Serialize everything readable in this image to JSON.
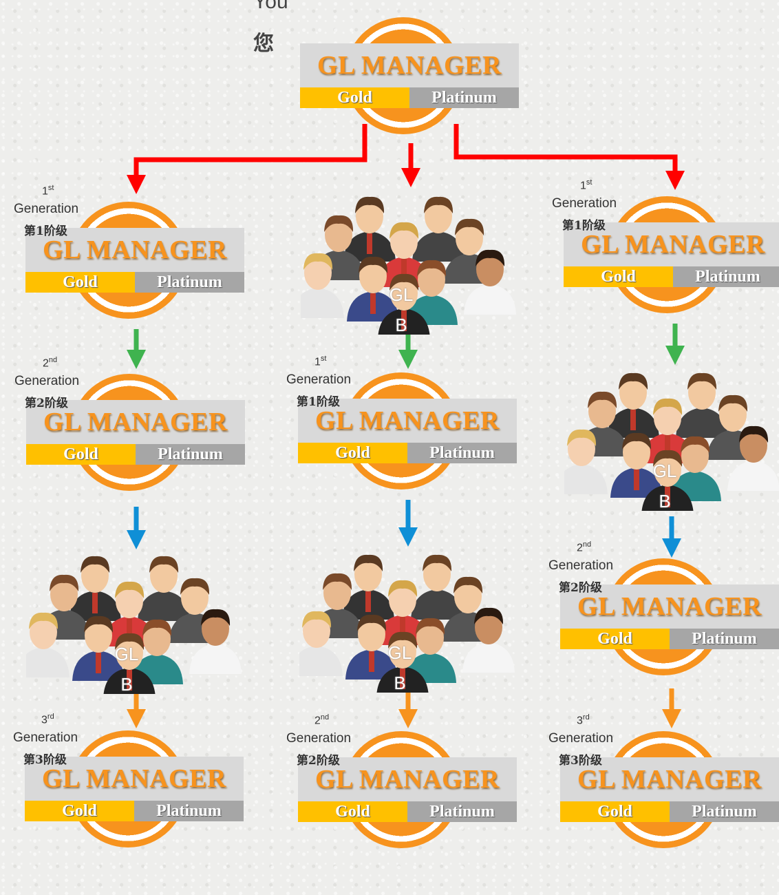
{
  "you": {
    "en": "You",
    "zh": "您"
  },
  "card": {
    "title": "GL MANAGER",
    "gold": "Gold",
    "platinum": "Platinum"
  },
  "crowd_label": "GL B",
  "generations": {
    "g1": {
      "num": "1",
      "sup": "st",
      "word": "Generation",
      "zh": "第1阶级"
    },
    "g2": {
      "num": "2",
      "sup": "nd",
      "word": "Generation",
      "zh": "第2阶级"
    },
    "g3": {
      "num": "3",
      "sup": "rd",
      "word": "Generation",
      "zh": "第3阶级"
    }
  },
  "colors": {
    "red_arrow": "#ff0000",
    "green_arrow": "#3fb34f",
    "blue_arrow": "#0f8fd6",
    "orange_arrow": "#f7931e",
    "ring": "#f7931e",
    "gold": "#ffc000",
    "platinum": "#a6a6a6"
  }
}
